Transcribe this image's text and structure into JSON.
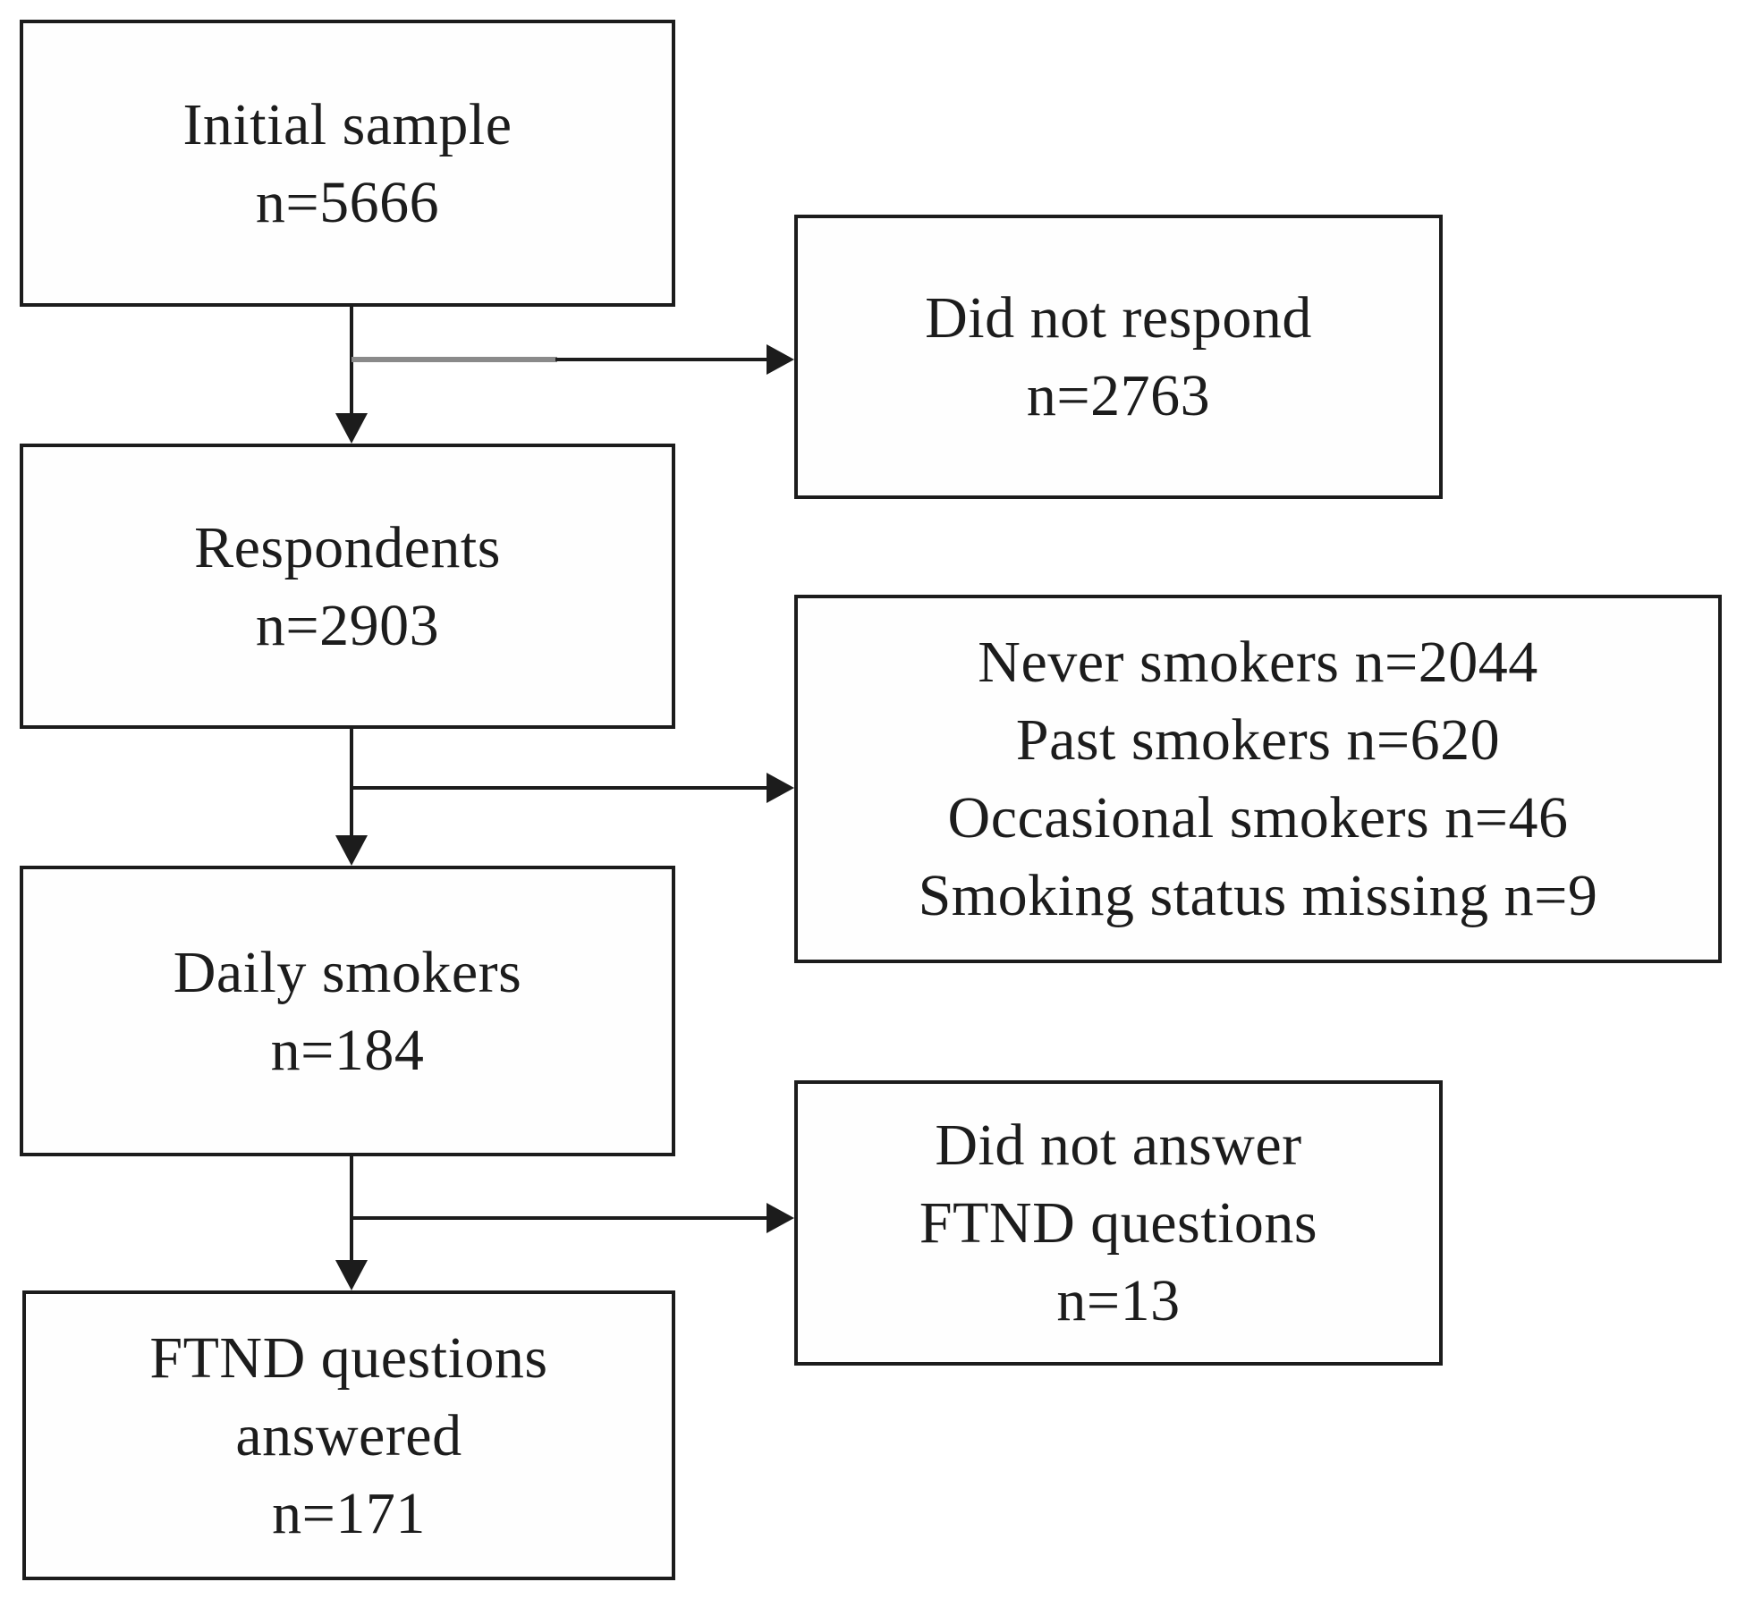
{
  "flow": {
    "boxes": [
      {
        "id": "initial-sample",
        "lines": [
          "Initial sample",
          "n=5666"
        ]
      },
      {
        "id": "respondents",
        "lines": [
          "Respondents",
          "n=2903"
        ]
      },
      {
        "id": "daily-smokers",
        "lines": [
          "Daily smokers",
          "n=184"
        ]
      },
      {
        "id": "ftnd-answered",
        "lines": [
          "FTND questions",
          "answered",
          "n=171"
        ]
      },
      {
        "id": "did-not-respond",
        "lines": [
          "Did not respond",
          "n=2763"
        ]
      },
      {
        "id": "excluded-smoking-status",
        "lines": [
          "Never smokers n=2044",
          "Past smokers n=620",
          "Occasional smokers n=46",
          "Smoking status missing n=9"
        ]
      },
      {
        "id": "no-ftnd-answers",
        "lines": [
          "Did not answer",
          "FTND questions",
          "n=13"
        ]
      }
    ],
    "colors": {
      "line": "#1c1c1c",
      "muted_line": "#8a8a8a",
      "text": "#1c1c1c",
      "background": "#ffffff"
    }
  }
}
